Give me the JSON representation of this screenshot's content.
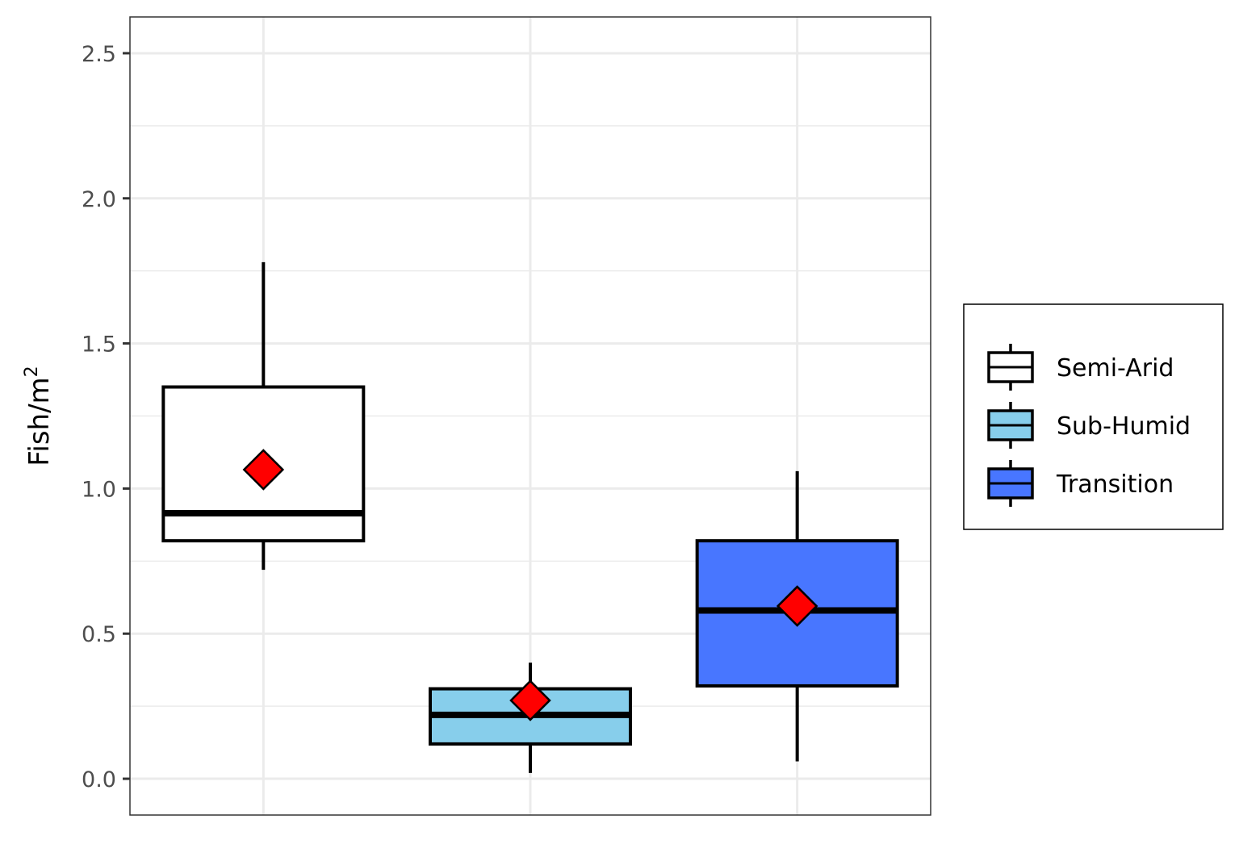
{
  "chart_data": {
    "type": "box",
    "ylabel": "Fish/m",
    "ylabel_superscript": "2",
    "ylim": [
      -0.125,
      2.625
    ],
    "yticks": [
      0.0,
      0.5,
      1.0,
      1.5,
      2.0,
      2.5
    ],
    "ytick_labels": [
      "0.0",
      "0.5",
      "1.0",
      "1.5",
      "2.0",
      "2.5"
    ],
    "grid": true,
    "legend_position": "right",
    "series": [
      {
        "name": "Semi-Arid",
        "fill": "#ffffff",
        "whisker_low": 0.72,
        "q1": 0.82,
        "median": 0.915,
        "q3": 1.35,
        "whisker_high": 1.78,
        "mean": 1.065
      },
      {
        "name": "Sub-Humid",
        "fill": "#87ceeb",
        "whisker_low": 0.02,
        "q1": 0.12,
        "median": 0.22,
        "q3": 0.31,
        "whisker_high": 0.4,
        "mean": 0.27
      },
      {
        "name": "Transition",
        "fill": "#4876ff",
        "whisker_low": 0.06,
        "q1": 0.32,
        "median": 0.58,
        "q3": 0.82,
        "whisker_high": 1.06,
        "mean": 0.595
      }
    ],
    "mean_marker_color": "#ff0000"
  }
}
